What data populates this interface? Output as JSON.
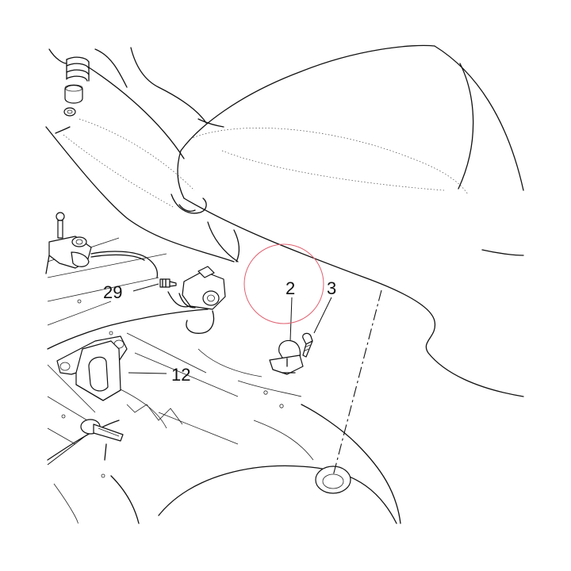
{
  "callouts": [
    {
      "id": "2",
      "text": "2"
    },
    {
      "id": "3",
      "text": "3"
    },
    {
      "id": "29",
      "text": "29"
    },
    {
      "id": "12",
      "text": "12"
    }
  ],
  "highlight": {
    "target": "2",
    "color": "#e06070"
  }
}
